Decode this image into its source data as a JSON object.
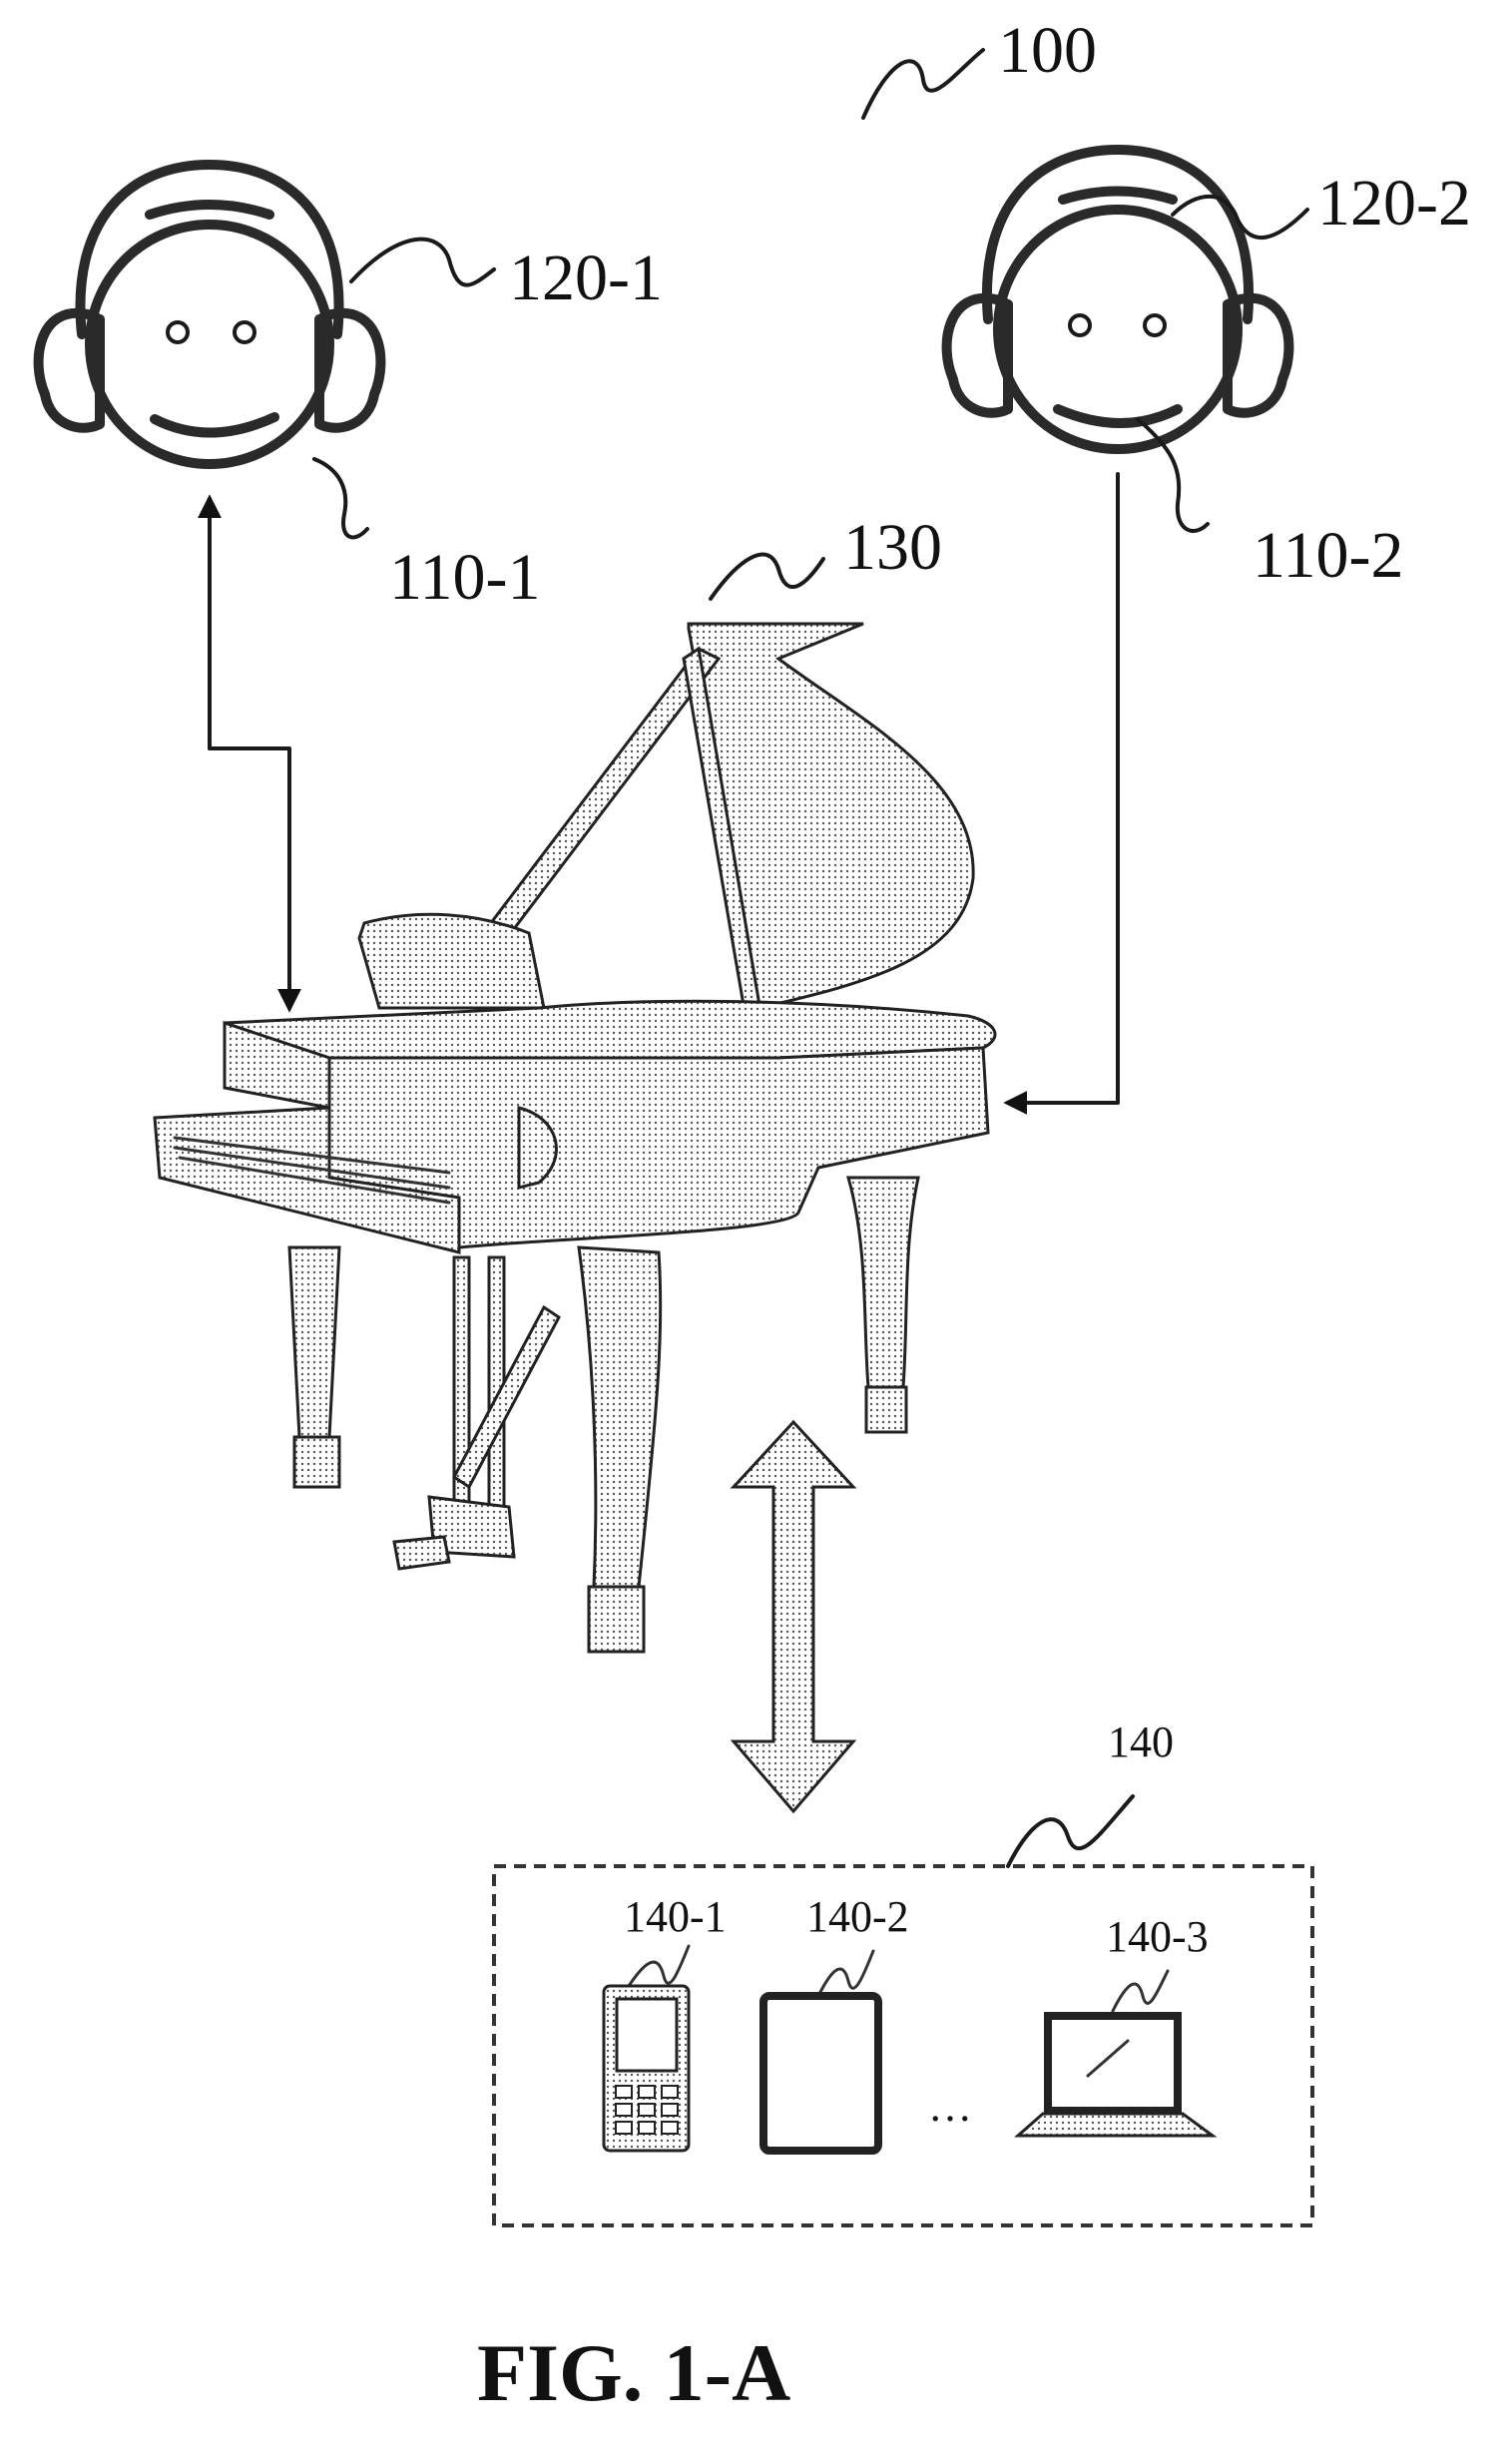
{
  "labels": {
    "system": "100",
    "headphone_1": "120-1",
    "headphone_2": "120-2",
    "user_1": "110-1",
    "user_2": "110-2",
    "piano": "130",
    "terminal_group": "140",
    "terminal_1": "140-1",
    "terminal_2": "140-2",
    "terminal_3": "140-3",
    "ellipsis": "…"
  },
  "caption": "FIG. 1-A"
}
